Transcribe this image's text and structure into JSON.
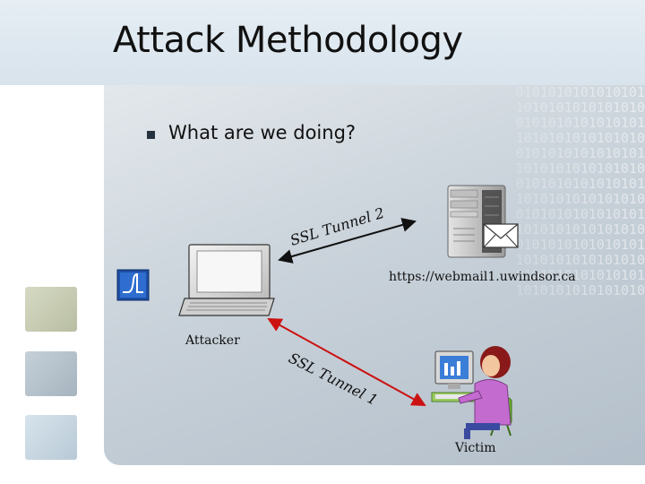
{
  "slide": {
    "title": "Attack Methodology",
    "bullet": "What are we doing?"
  },
  "diagram": {
    "server_url": "https://webmail1.uwindsor.ca",
    "attacker_label": "Attacker",
    "victim_label": "Victim",
    "tunnel2_label": "SSL Tunnel 2",
    "tunnel1_label": "SSL Tunnel 1"
  },
  "icons": [
    "server-icon",
    "envelope-icon",
    "laptop-icon",
    "wireshark-icon",
    "victim-person-icon"
  ],
  "colors": {
    "tunnel1_arrow": "#cc1111",
    "tunnel2_arrow": "#111111"
  }
}
